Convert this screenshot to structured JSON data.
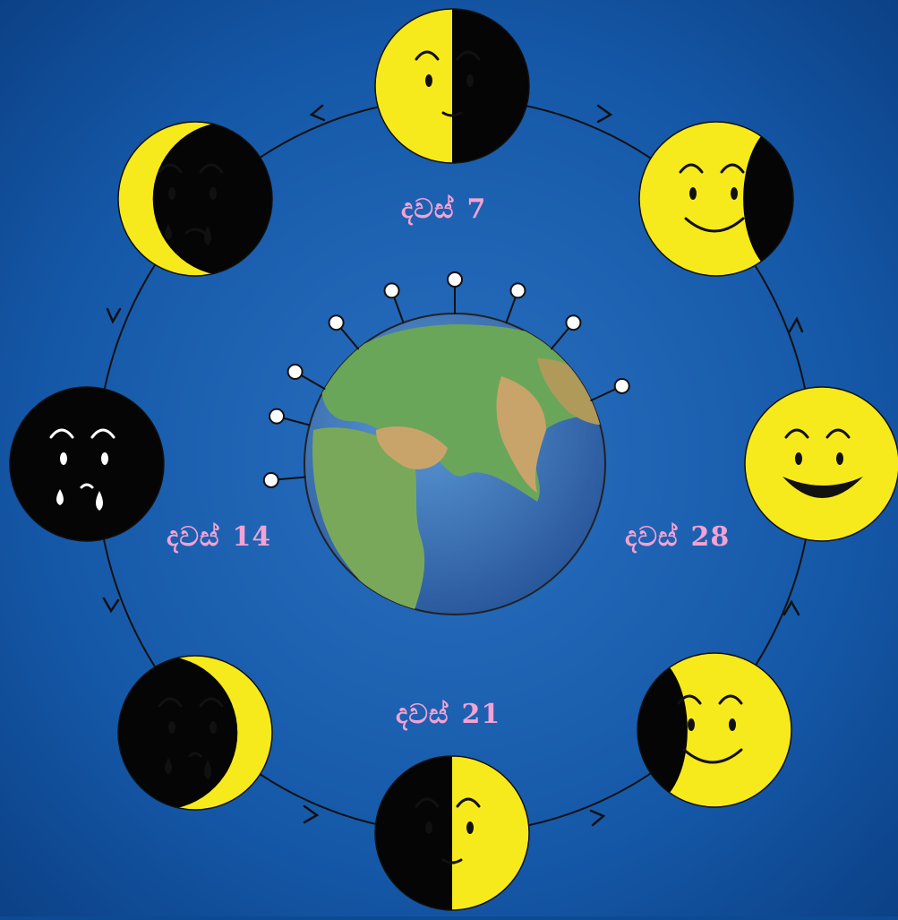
{
  "labels": {
    "day_7": {
      "word": "දවස්",
      "number": "7"
    },
    "day_14": {
      "word": "දවස්",
      "number": "14"
    },
    "day_21": {
      "word": "දවස්",
      "number": "21"
    },
    "day_28": {
      "word": "දවස්",
      "number": "28"
    }
  },
  "colors": {
    "background": "#0d4a94",
    "moon_lit": "#f7ea1c",
    "moon_dark": "#050505",
    "orbit_line": "#111111",
    "label": "#f3a2d4",
    "ocean": "#3a6fb0",
    "land": "#6aa65a"
  },
  "phases": [
    {
      "id": "full-moon",
      "expression": "laughing"
    },
    {
      "id": "waning-gibbous",
      "expression": "smiling"
    },
    {
      "id": "third-quarter",
      "expression": "neutral"
    },
    {
      "id": "waning-crescent",
      "expression": "sad"
    },
    {
      "id": "new-moon",
      "expression": "crying"
    },
    {
      "id": "waxing-crescent",
      "expression": "crying"
    },
    {
      "id": "first-quarter",
      "expression": "worried"
    },
    {
      "id": "waxing-gibbous",
      "expression": "smiling"
    }
  ]
}
